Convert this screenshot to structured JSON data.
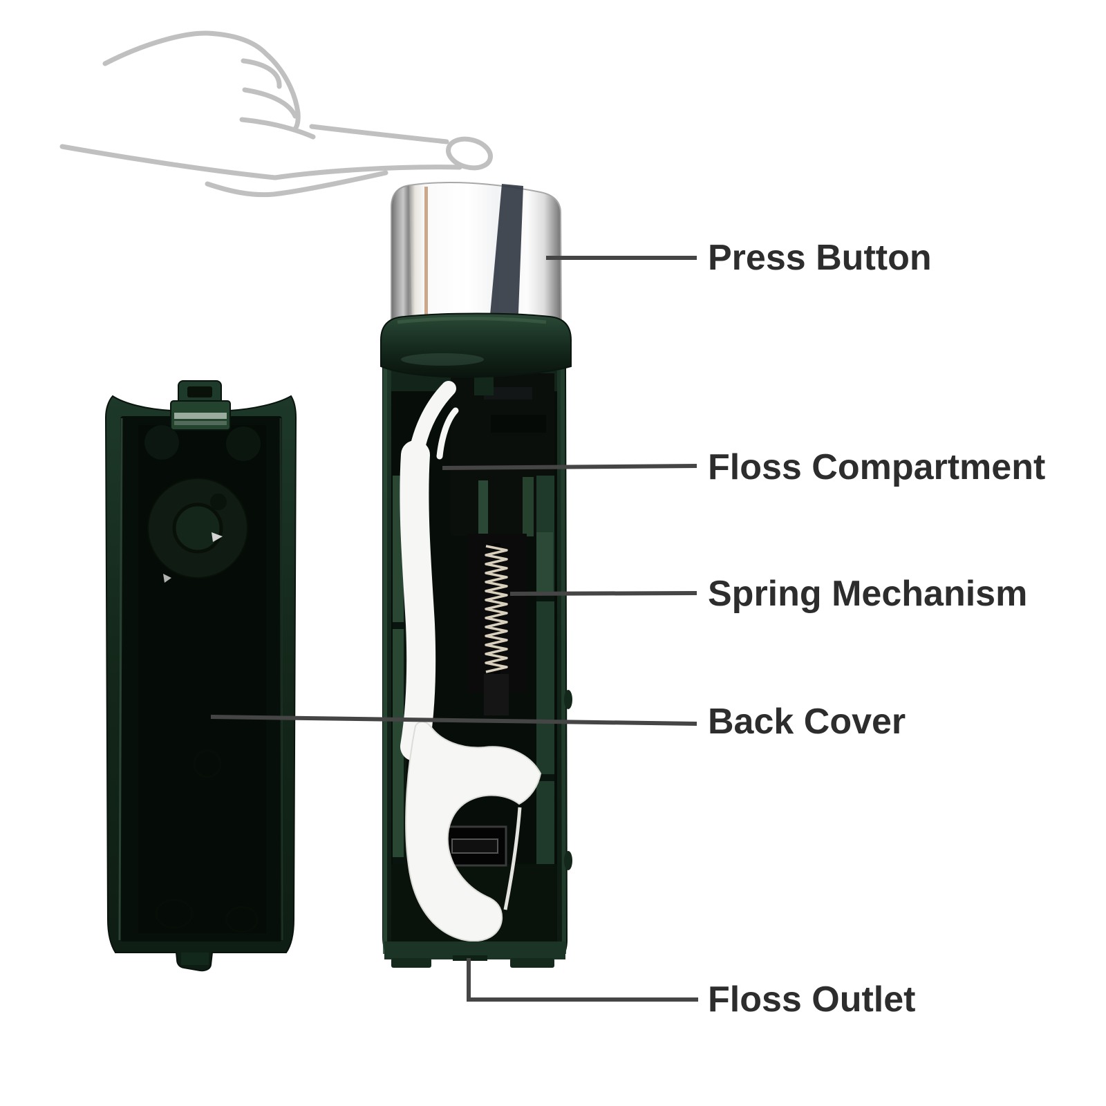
{
  "diagram": {
    "labels": {
      "press_button": "Press Button",
      "floss_compartment": "Floss Compartment",
      "spring_mechanism": "Spring Mechanism",
      "back_cover": "Back Cover",
      "floss_outlet": "Floss Outlet"
    },
    "colors": {
      "background": "#ffffff",
      "label_text": "#2d2d2d",
      "leader_line": "#454545",
      "hand_outline": "#c0c0c0",
      "device_green_dark": "#0d1a12",
      "device_green": "#1c3527",
      "device_green_light": "#2c4a37",
      "chrome_highlight": "#ffffff",
      "chrome_shadow": "#6a6a6a",
      "chrome_streak": "#323a44",
      "copper_accent": "#b98a66",
      "floss_pick_white": "#f6f6f4",
      "spring_coil": "#d8d0bd"
    }
  }
}
